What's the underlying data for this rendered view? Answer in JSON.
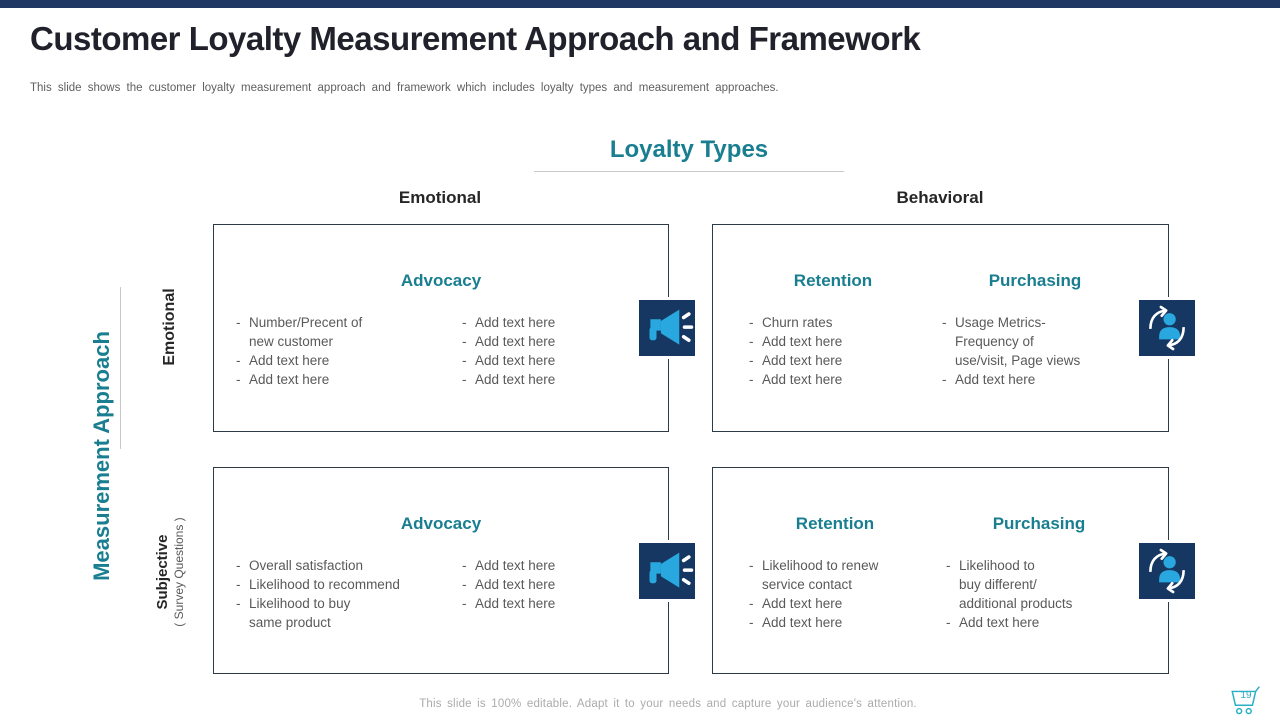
{
  "page": {
    "title": "Customer Loyalty Measurement Approach and Framework",
    "subtitle": "This slide shows the customer loyalty measurement  approach and framework  which includes loyalty types and measurement  approaches.",
    "footer_note": "This slide is 100% editable. Adapt it to your needs and capture your audience's attention.",
    "page_number": "19"
  },
  "colors": {
    "navy": "#1f3864",
    "teal": "#1a7e91",
    "icon_navy": "#173763",
    "icon_blue": "#29a8e0",
    "cart_teal": "#2ab0c5"
  },
  "matrix": {
    "column_axis_title": "Loyalty Types",
    "row_axis_title": "Measurement Approach",
    "column_headers": [
      "Emotional",
      "Behavioral"
    ],
    "row_headers": {
      "top": "Emotional",
      "bottom_line1": "Subjective",
      "bottom_line2": "( Survey Questions )"
    },
    "bullet_marker": "-",
    "boxes": [
      {
        "id": "emotional-advocacy",
        "header": "Advocacy",
        "icon": "megaphone-icon",
        "col1": {
          "header": "",
          "items": [
            "Number/Precent  of\nnew  customer",
            "Add text  here",
            "Add text  here"
          ]
        },
        "col2": {
          "header": "",
          "items": [
            "Add text  here",
            "Add text  here",
            "Add text  here",
            "Add text  here"
          ]
        }
      },
      {
        "id": "behavioral-objective",
        "header": "",
        "icon": "customer-retention-icon",
        "col1": {
          "header": "Retention",
          "items": [
            "Churn  rates",
            "Add text  here",
            "Add text  here",
            "Add text  here"
          ]
        },
        "col2": {
          "header": "Purchasing",
          "items": [
            "Usage Metrics-\nFrequency  of\nuse/visit,  Page views",
            "Add text  here"
          ]
        }
      },
      {
        "id": "subjective-advocacy",
        "header": "Advocacy",
        "icon": "megaphone-icon",
        "col1": {
          "header": "",
          "items": [
            "Overall  satisfaction",
            "Likelihood to recommend",
            "Likelihood to buy\nsame product"
          ]
        },
        "col2": {
          "header": "",
          "items": [
            "Add text  here",
            "Add text  here",
            "Add text  here"
          ]
        }
      },
      {
        "id": "subjective-behavioral",
        "header": "",
        "icon": "customer-retention-icon",
        "col1": {
          "header": "Retention",
          "items": [
            "Likelihood to renew\nservice  contact",
            "Add text  here",
            "Add text  here"
          ]
        },
        "col2": {
          "header": "Purchasing",
          "items": [
            "Likelihood to\nbuy  different/\nadditional products",
            "Add text  here"
          ]
        }
      }
    ]
  }
}
